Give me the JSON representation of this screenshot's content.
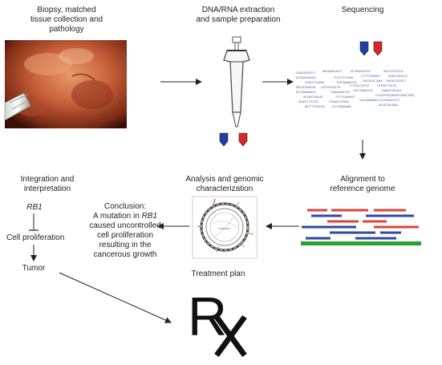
{
  "labels": {
    "biopsy": [
      "Biopsy, matched",
      "tissue collection and",
      "pathology"
    ],
    "extraction": [
      "DNA/RNA extraction",
      "and sample preparation"
    ],
    "sequencing": "Sequencing",
    "alignment": [
      "Alignment to",
      "reference genome"
    ],
    "analysis": [
      "Analysis and genomic",
      "characterization"
    ],
    "integration": [
      "Integration and",
      "interpretation"
    ],
    "gene": "RB1",
    "cell_proliferation": "Cell proliferation",
    "tumor": "Tumor",
    "conclusion": {
      "heading": "Conclusion:",
      "line1_pre": "A mutation in ",
      "line1_gene": "RB1",
      "line2": "caused uncontrolled",
      "line3": "cell proliferation",
      "line4": "resulting in the",
      "line5": "cancerous growth"
    },
    "treatment_plan": "Treatment plan",
    "rx_symbol": "R"
  },
  "colors": {
    "read_red": "#d8453a",
    "read_blue": "#2f4aa0",
    "reference_green": "#2ca02c",
    "tube_blue": "#1f3fa6",
    "tube_red": "#d62828",
    "endoscopy_tissue": "#c8603a",
    "sequence_text": "#4a5a9a"
  },
  "icons": {
    "endoscopy": "endoscopy-photo",
    "pipette": "pipette-icon",
    "circos": "circos-plot-icon",
    "rx": "rx-prescription-icon"
  }
}
